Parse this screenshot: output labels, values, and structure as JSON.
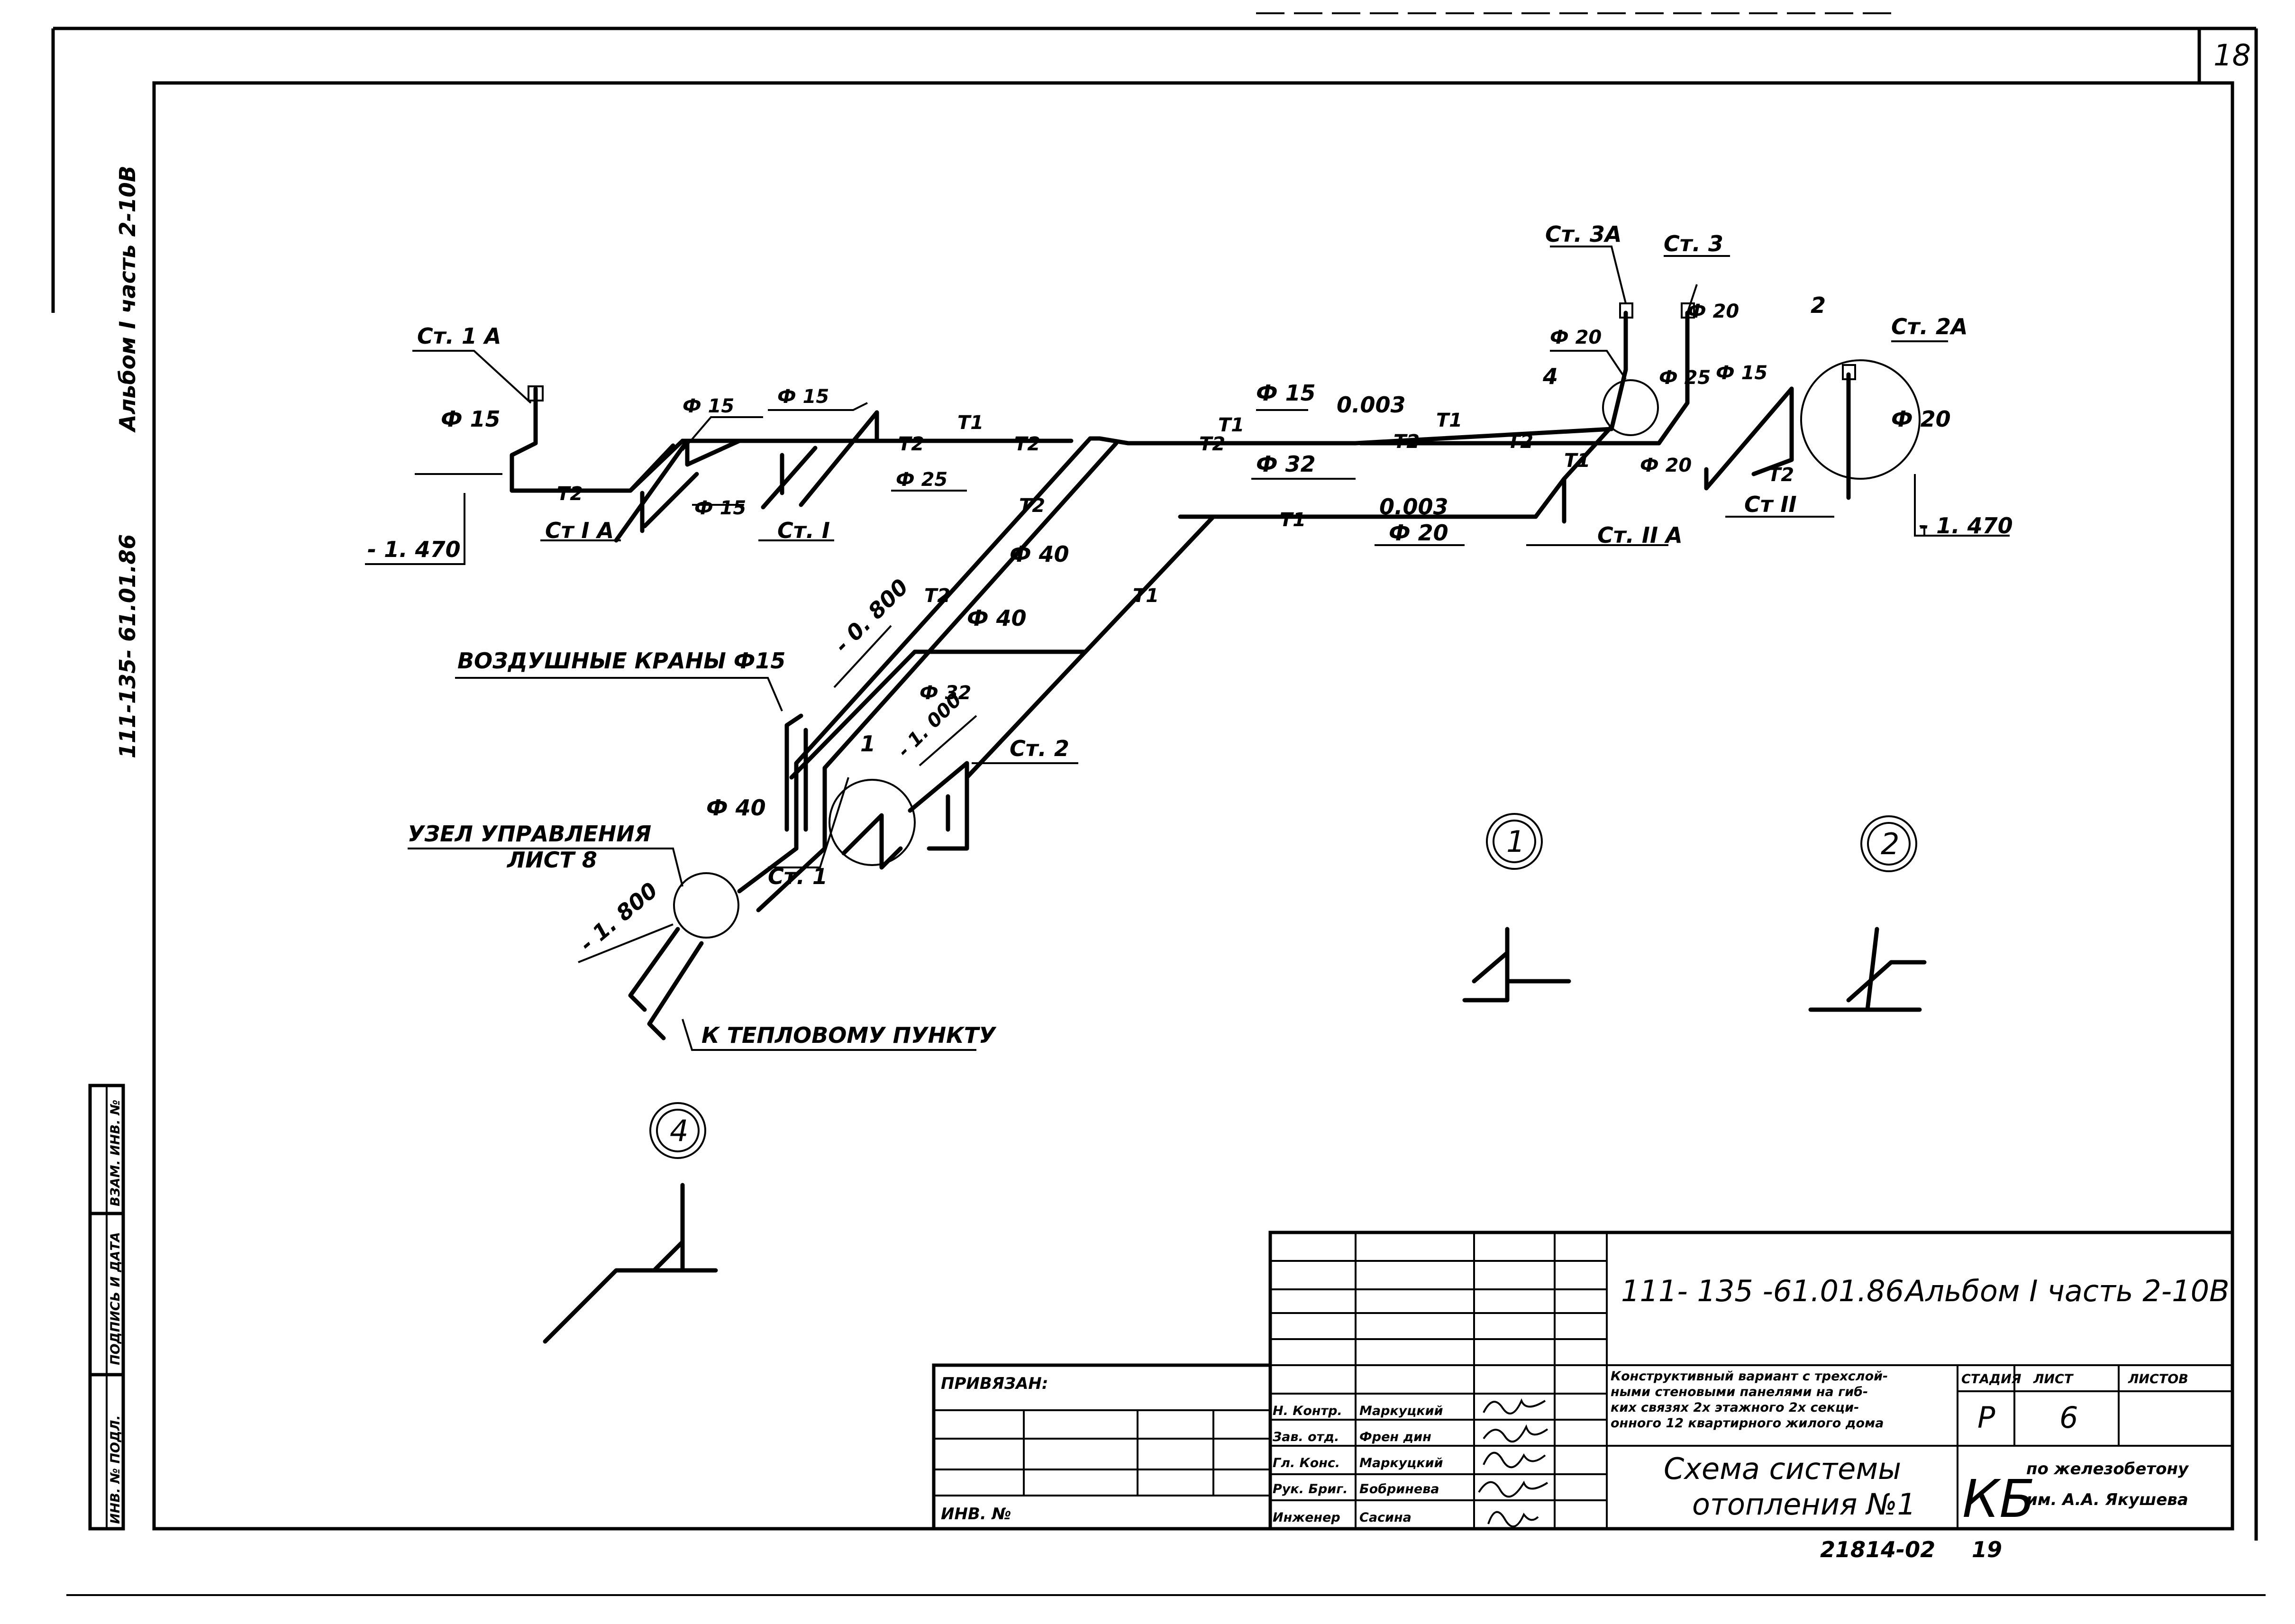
{
  "sheet": {
    "corner_number": "18",
    "margin_code": "111-135- 61.01.86",
    "margin_album": "Альбом I часть 2-10В",
    "bottom_number": "21814-02",
    "bottom_page": "19"
  },
  "side_stamp": {
    "inv_podl": "ИНВ. № ПОДЛ.",
    "podpis_data": "ПОДПИСЬ И ДАТА",
    "vzam_inv": "ВЗАМ. ИНВ. №"
  },
  "drawing": {
    "st1a": "Ст. 1 А",
    "st3a": "Ст. 3А",
    "st3": "Ст. 3",
    "st2a": "Ст. 2А",
    "st1a_roman": "Ст I А",
    "st1_roman": "Ст. I",
    "st2a_roman": "Ст. II А",
    "st2_roman": "Ст II",
    "st1": "Ст. 1",
    "st2": "Ст. 2",
    "d15": "Ф 15",
    "d20": "Ф 20",
    "d25": "Ф 25",
    "d32": "Ф 32",
    "d40": "Ф 40",
    "slope": "0.003",
    "level_left": "- 1. 470",
    "level_right": "- 1. 470",
    "level_0800": "- 0. 800",
    "level_1000": "- 1. 000",
    "level_1800": "- 1. 800",
    "t1": "T1",
    "t2": "T2",
    "air_valves": "ВОЗДУШНЫЕ КРАНЫ Ф15",
    "control_node": "УЗЕЛ УПРАВЛЕНИЯ",
    "control_node_sheet": "ЛИСТ 8",
    "to_heat_point": "К ТЕПЛОВОМУ ПУНКТУ",
    "callout_1": "1",
    "callout_2": "2",
    "callout_4": "4",
    "detail_1": "1",
    "detail_2": "2",
    "detail_4": "4"
  },
  "title_block": {
    "code": "111- 135 -61.01.86",
    "album": "Альбом I часть 2-10В",
    "privyazan": "ПРИВЯЗАН:",
    "inv_no": "ИНВ. №",
    "roles": [
      {
        "role": "Н. Контр.",
        "name": "Маркуцкий"
      },
      {
        "role": "Зав. отд.",
        "name": "Френ дин"
      },
      {
        "role": "Гл. Конс.",
        "name": "Маркуцкий"
      },
      {
        "role": "Рук. Бриг.",
        "name": "Бобринева"
      },
      {
        "role": "Инженер",
        "name": "Сасина"
      }
    ],
    "description": [
      "Конструктивный вариант с трехслой-",
      "ными стеновыми панелями на гиб-",
      "ких связях 2х этажного 2х секци-",
      "онного 12 квартирного жилого дома"
    ],
    "stage_label": "СТАДИЯ",
    "sheet_label": "ЛИСТ",
    "sheets_label": "ЛИСТОВ",
    "stage": "Р",
    "sheet": "6",
    "sheets": "",
    "title_line1": "Схема системы",
    "title_line2": "отопления №1",
    "org_logo": "КБ",
    "org_line1": "по железобетону",
    "org_line2": "им. А.А. Якушева"
  }
}
